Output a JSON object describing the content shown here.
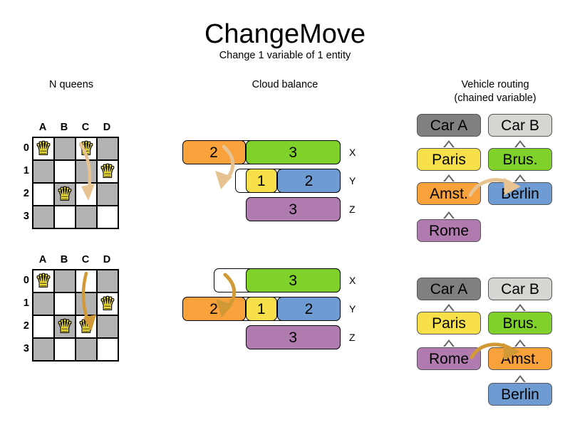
{
  "header": {
    "title": "ChangeMove",
    "subtitle": "Change 1 variable of 1 entity"
  },
  "sections": {
    "nqueens": {
      "heading": "N queens"
    },
    "cloud": {
      "heading": "Cloud balance"
    },
    "vrp": {
      "heading_line1": "Vehicle routing",
      "heading_line2": "(chained variable)"
    }
  },
  "nqueens": {
    "files": [
      "A",
      "B",
      "C",
      "D"
    ],
    "ranks": [
      "0",
      "1",
      "2",
      "3"
    ],
    "queen_glyph": "♛",
    "before": {
      "queens": [
        {
          "file": 0,
          "rank": 0
        },
        {
          "file": 2,
          "rank": 0
        },
        {
          "file": 3,
          "rank": 1
        },
        {
          "file": 1,
          "rank": 2
        }
      ]
    },
    "after": {
      "queens": [
        {
          "file": 0,
          "rank": 0
        },
        {
          "file": 3,
          "rank": 1
        },
        {
          "file": 1,
          "rank": 2
        },
        {
          "file": 2,
          "rank": 2
        }
      ]
    },
    "move": {
      "from": "C0",
      "to": "C2"
    }
  },
  "cloud": {
    "computer_labels": [
      "X",
      "Y",
      "Z"
    ],
    "before": {
      "rows": [
        {
          "computer": "X",
          "processes": [
            {
              "label": "2",
              "color": "#f9a13a"
            },
            {
              "label": "3",
              "color": "#80d22b"
            }
          ]
        },
        {
          "computer": "Y",
          "processes": [
            {
              "label": "1",
              "color": "#f7e04a"
            },
            {
              "label": "2",
              "color": "#6e9bd1"
            }
          ]
        },
        {
          "computer": "Z",
          "processes": [
            {
              "label": "3",
              "color": "#b07baf"
            }
          ]
        }
      ]
    },
    "after": {
      "rows": [
        {
          "computer": "X",
          "processes": [
            {
              "label": "3",
              "color": "#80d22b"
            }
          ]
        },
        {
          "computer": "Y",
          "processes": [
            {
              "label": "2",
              "color": "#f9a13a"
            },
            {
              "label": "1",
              "color": "#f7e04a"
            },
            {
              "label": "2",
              "color": "#6e9bd1"
            }
          ]
        },
        {
          "computer": "Z",
          "processes": [
            {
              "label": "3",
              "color": "#b07baf"
            }
          ]
        }
      ]
    },
    "move": {
      "process": "2",
      "from": "X",
      "to": "Y"
    }
  },
  "vrp": {
    "before": {
      "chain_a": [
        "Rome",
        "Amst.",
        "Paris",
        "Car A"
      ],
      "chain_b": [
        "Berlin",
        "Brus.",
        "Car B"
      ]
    },
    "after": {
      "chain_a": [
        "Rome",
        "Paris",
        "Car A"
      ],
      "chain_b": [
        "Berlin",
        "Amst.",
        "Brus.",
        "Car B"
      ]
    },
    "labels": {
      "car_a": "Car A",
      "car_b": "Car B",
      "paris": "Paris",
      "brussels": "Brus.",
      "amsterdam": "Amst.",
      "rome": "Rome",
      "berlin": "Berlin"
    },
    "colors": {
      "car_a": "#808080",
      "car_b": "#d6d6d2",
      "paris": "#f7e04a",
      "brussels": "#80d22b",
      "amsterdam": "#f9a13a",
      "rome": "#b07baf",
      "berlin": "#6e9bd1"
    },
    "move": {
      "entity": "Amst.",
      "from_chain": "Car A",
      "to_chain": "Car B"
    }
  },
  "palette": {
    "arrow_light": "#e8c392",
    "arrow_dark": "#d19a36",
    "board_dark": "#b3b3b3",
    "board_light": "#ffffff"
  }
}
